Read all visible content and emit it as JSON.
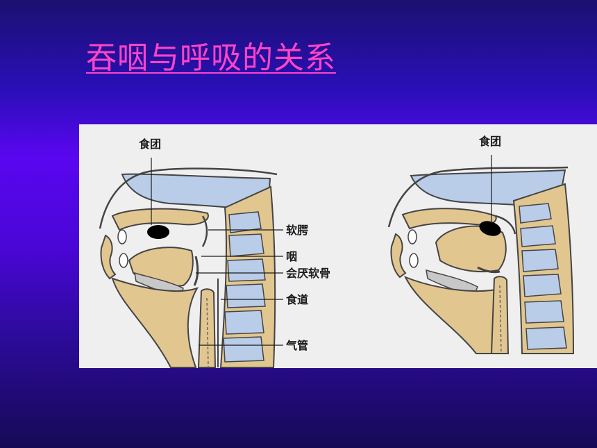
{
  "slide": {
    "title": "吞咽与呼吸的关系"
  },
  "diagram": {
    "left_panel": {
      "top_label": "食团",
      "labels": [
        "软腭",
        "咽",
        "会厌软骨",
        "食道",
        "气管"
      ]
    },
    "right_panel": {
      "top_label": "食团"
    }
  },
  "colors": {
    "title": "#ff44c8",
    "tissue": "#e2c690",
    "air": "#b9cce8",
    "bolus": "#000000"
  }
}
